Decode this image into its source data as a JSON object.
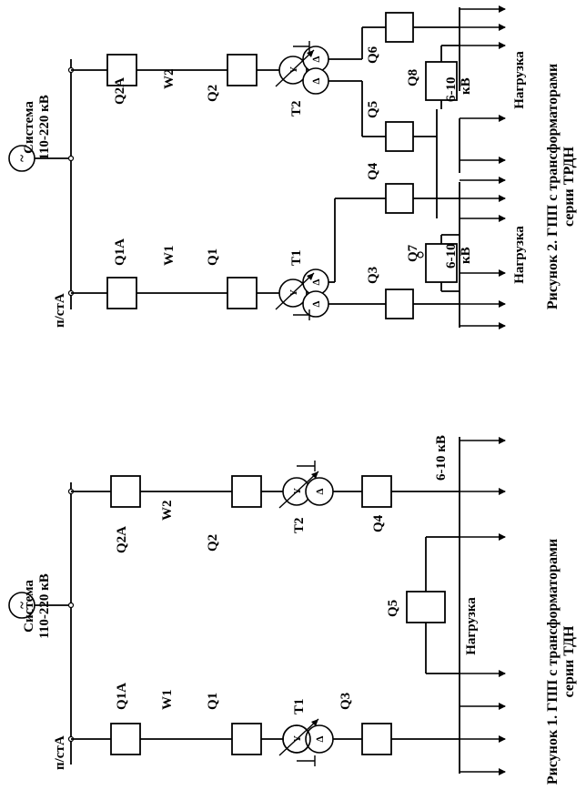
{
  "figure1": {
    "system_line1": "Система",
    "system_line2": "110-220 кВ",
    "substation": "п/стА",
    "generator_symbol": "~",
    "Q1A": "Q1A",
    "Q2A": "Q2A",
    "W1": "W1",
    "W2": "W2",
    "Q1": "Q1",
    "Q2": "Q2",
    "T1": "T1",
    "T2": "T2",
    "Q3": "Q3",
    "Q4": "Q4",
    "Q5": "Q5",
    "voltage": "6-10 кВ",
    "load": "Нагрузка",
    "caption_line1": "Рисунок 1. ГПП с трансформаторами",
    "caption_line2": "серии ТДН"
  },
  "figure2": {
    "system_line1": "Система",
    "system_line2": "110-220 кВ",
    "substation": "п/стА",
    "generator_symbol": "~",
    "Q1A": "Q1A",
    "Q2A": "Q2A",
    "W1": "W1",
    "W2": "W2",
    "Q1": "Q1",
    "Q2": "Q2",
    "T1": "T1",
    "T2": "T2",
    "Q3": "Q3",
    "Q4": "Q4",
    "Q5": "Q5",
    "Q6": "Q6",
    "Q7": "Q7",
    "Q8": "Q8",
    "voltage_a_line1": "6-10",
    "voltage_a_line2": "кВ",
    "voltage_b_line1": "6-10",
    "voltage_b_line2": "кВ",
    "load_a": "Нагрузка",
    "load_b": "Нагрузка",
    "caption_line1": "Рисунок 2. ГПП с трансформаторами",
    "caption_line2": "серии ТРДН"
  }
}
